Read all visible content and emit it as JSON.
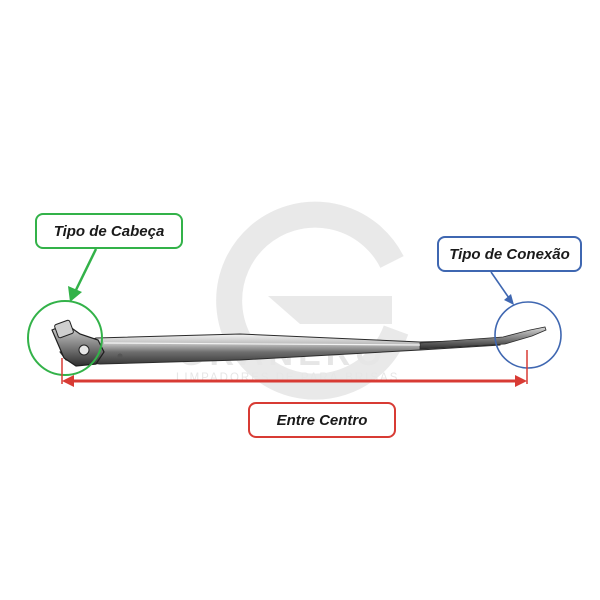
{
  "watermark": {
    "brand": "GRANERO",
    "tagline": "LIMPADORES DE PARA-BRISAS"
  },
  "annotations": {
    "head_type": "Tipo de Cabeça",
    "connection_type": "Tipo de Conexão",
    "center_distance": "Entre Centro"
  },
  "colors": {
    "head_accent": "#33b249",
    "connection_accent": "#3f67b1",
    "center_accent": "#d83b34"
  }
}
